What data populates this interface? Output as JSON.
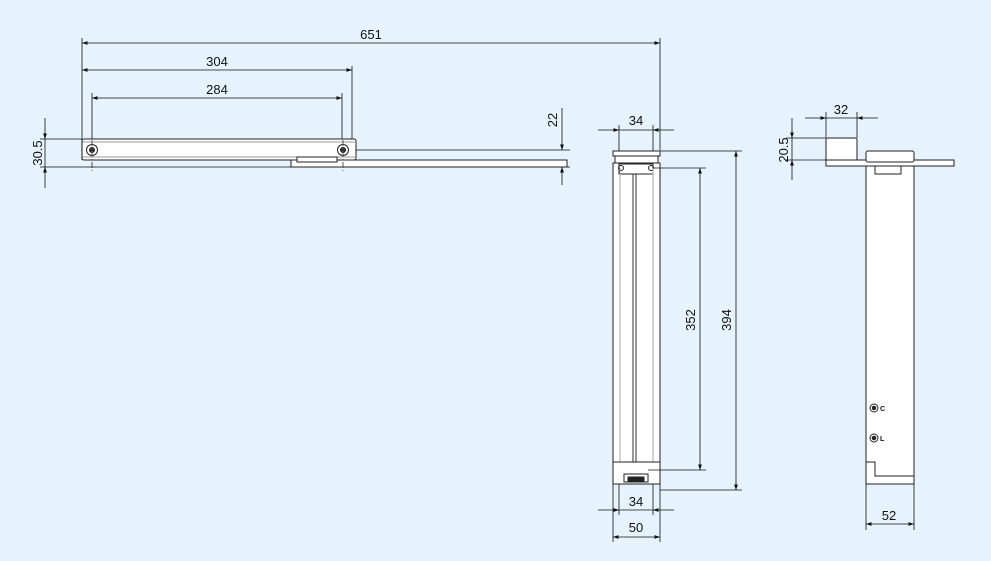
{
  "background_color": "#e6f3fc",
  "line_color": "#111111",
  "dimensions": {
    "overall_width": "651",
    "arm_length": "304",
    "arm_hole_spacing": "284",
    "arm_offset": "22",
    "arm_height": "30.5",
    "body_top_width": "34",
    "body_length": "394",
    "body_inner_length": "352",
    "body_bottom_inner": "34",
    "body_bottom_width": "50",
    "side_top_width": "32",
    "side_top_height": "20.5",
    "side_body_width": "52"
  },
  "side_markings": {
    "upper": "C",
    "lower": "L"
  }
}
